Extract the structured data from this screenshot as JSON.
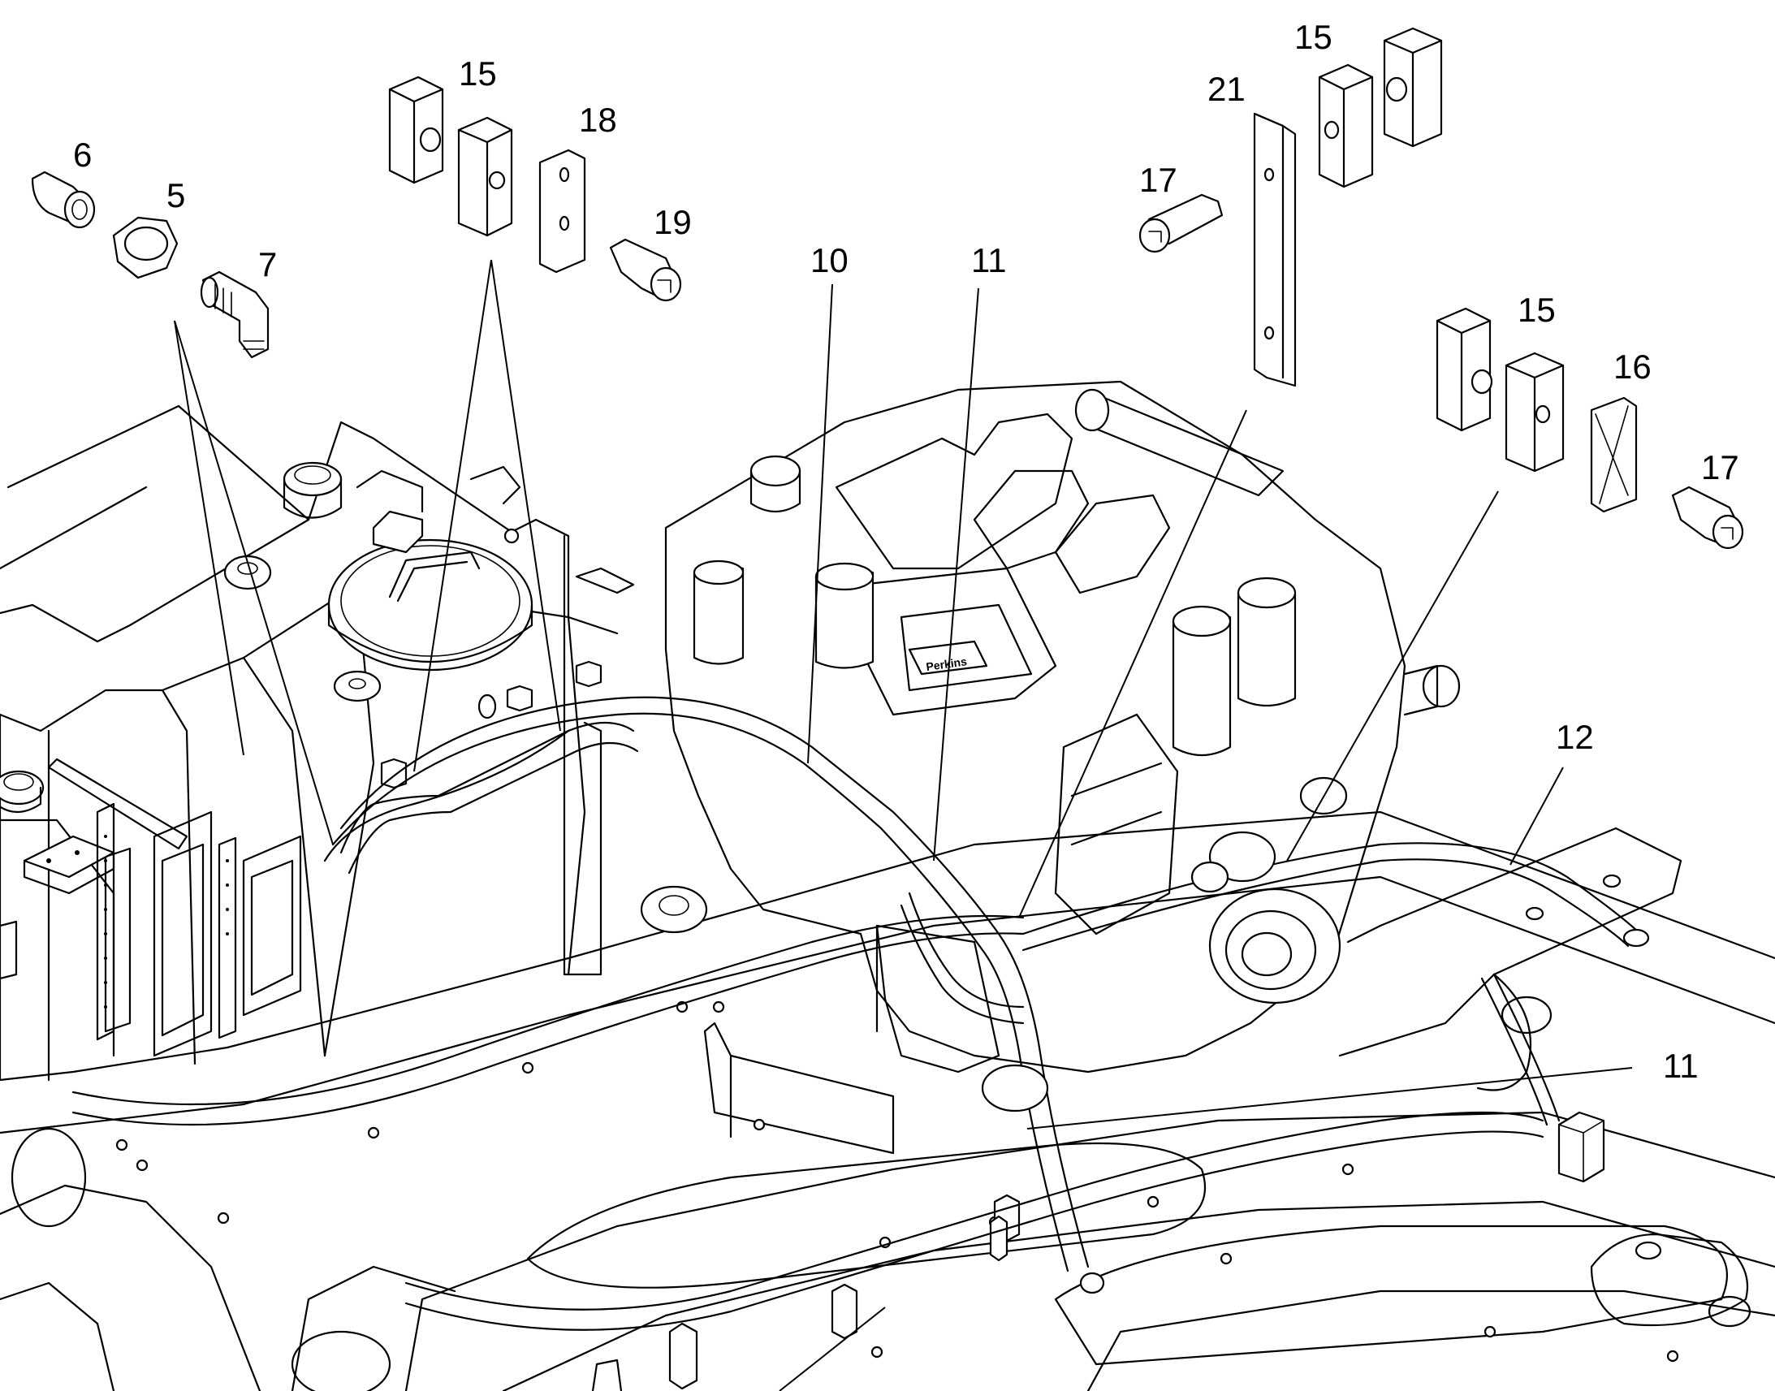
{
  "callouts": {
    "c6": "6",
    "c5": "5",
    "c7": "7",
    "c15a": "15",
    "c18": "18",
    "c19": "19",
    "c10": "10",
    "c11a": "11",
    "c21": "21",
    "c17a": "17",
    "c15b": "15",
    "c15c": "15",
    "c16": "16",
    "c17b": "17",
    "c12": "12",
    "c11b": "11"
  },
  "engine_brand_label": "Perkins"
}
